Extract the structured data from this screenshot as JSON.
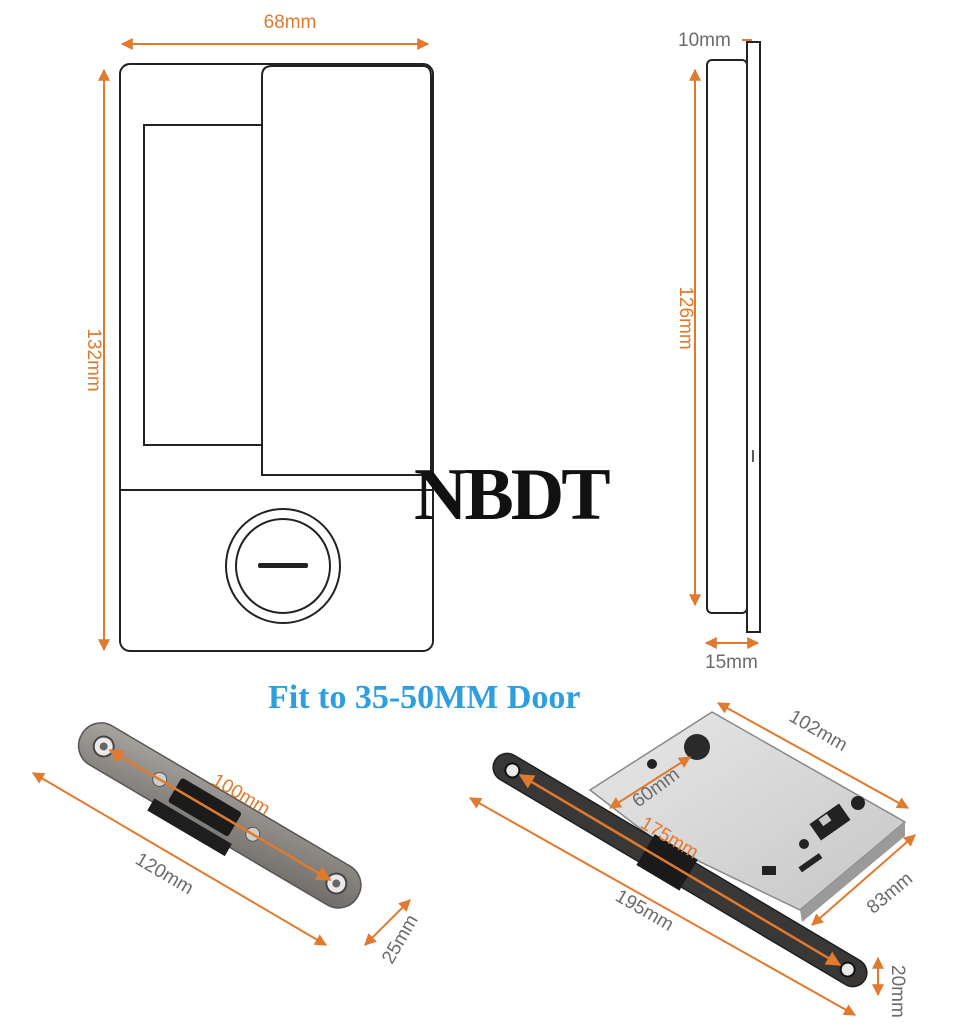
{
  "front_view": {
    "width_label": "68mm",
    "height_label": "132mm"
  },
  "side_view": {
    "top_label": "10mm",
    "height_label": "126mm",
    "bottom_label": "15mm"
  },
  "brand": {
    "logo_text": "NBDT"
  },
  "caption": {
    "text": "Fit to 35-50MM Door"
  },
  "strike_plate": {
    "length_label": "120mm",
    "hole_spacing_label": "100mm",
    "width_label": "25mm"
  },
  "lock_body": {
    "depth_label": "102mm",
    "backset_label": "60mm",
    "hole_spacing_label": "175mm",
    "faceplate_length_label": "195mm",
    "height_label": "83mm",
    "faceplate_width_label": "20mm"
  },
  "colors": {
    "dimension_arrow": "#e07a2e",
    "dimension_text": "#6b6b6b",
    "caption": "#2d9ee0",
    "line_art": "#222222",
    "brass_plate": "#8f8c88",
    "dark_faceplate": "#3a3836",
    "lock_case": "#d9d9d9"
  }
}
